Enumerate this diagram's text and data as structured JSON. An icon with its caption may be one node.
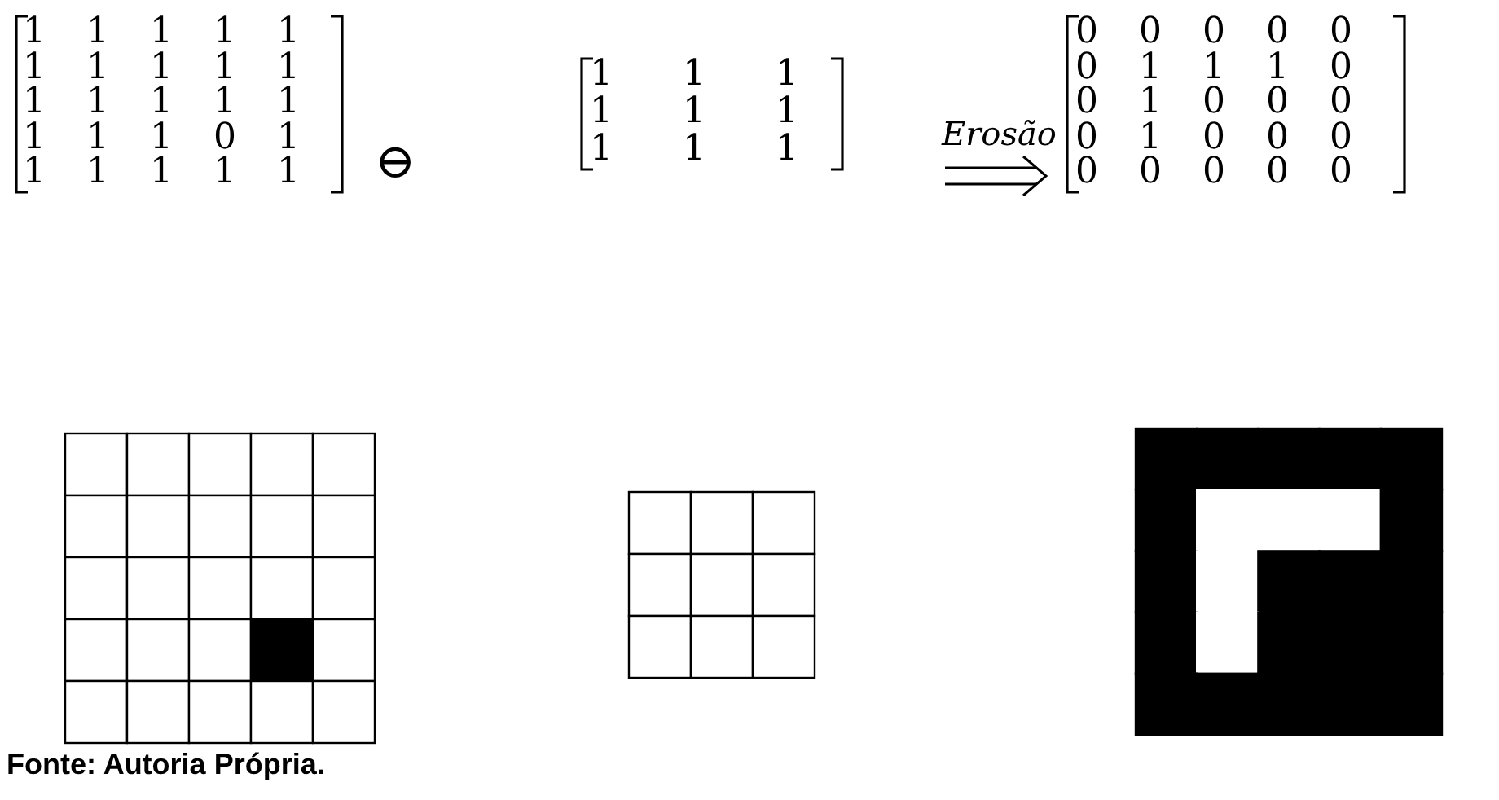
{
  "diagram": {
    "caption": "Fonte: Autoria Própria.",
    "labels": [
      "1",
      "1",
      "1",
      "1",
      "1",
      "1",
      "1",
      "1",
      "1",
      "1",
      "1",
      "1",
      "1",
      "1",
      "1",
      "1",
      "1",
      "1",
      "0",
      "1",
      "1",
      "1",
      "1",
      "1",
      "1",
      "⊖",
      "1",
      "1",
      "1",
      "1",
      "1",
      "1",
      "1",
      "1",
      "1",
      "Erosão",
      "0",
      "0",
      "0",
      "0",
      "0",
      "0",
      "1",
      "1",
      "1",
      "0",
      "0",
      "1",
      "0",
      "0",
      "0",
      "0",
      "1",
      "0",
      "0",
      "0",
      "0",
      "0",
      "0",
      "0",
      "0"
    ]
  }
}
